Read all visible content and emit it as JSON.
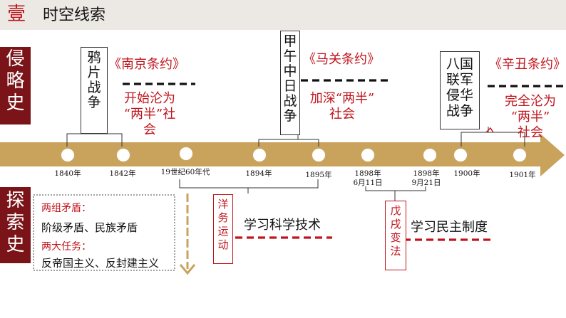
{
  "header": {
    "num": "壹",
    "title": "时空线索"
  },
  "side": {
    "aggression": "侵\n略\n史",
    "exploration": "探\n索\n史"
  },
  "events": {
    "opium_war": "鸦\n片\n战\n争",
    "sino_japanese_war": "甲\n午\n中\n日\n战\n争",
    "eight_nation": "八国\n联军\n侵华\n战争"
  },
  "treaties": {
    "nanjing": "《南京条约》",
    "shimonoseki": "《马关条约》",
    "xinchou": "《辛丑条约》"
  },
  "effects": {
    "nanjing": "开始沦为\n“两半”社\n会",
    "shimonoseki": "加深“两半”\n社会",
    "xinchou": "完全沦为\n“两半”\n社会"
  },
  "years": [
    "1840年",
    "1842年",
    "19世纪60年代",
    "1894年",
    "1895年",
    "1898年\n6月11日",
    "1898年\n9月21日",
    "1900年",
    "1901年"
  ],
  "contradictions": {
    "title1": "两组矛盾：",
    "line1": "阶级矛盾、民族矛盾",
    "title2": "两大任务：",
    "line2": "反帝国主义、反封建主义"
  },
  "movements": {
    "westernization": "洋\n务\n运\n动",
    "reform": "戊\n戌\n变\n法"
  },
  "learning": {
    "tech": "学习科学技术",
    "institutions": "学习民主制度"
  },
  "colors": {
    "accent_red": "#c0141c",
    "gold": "#c9a35c",
    "side_badge": "#7a1418"
  }
}
